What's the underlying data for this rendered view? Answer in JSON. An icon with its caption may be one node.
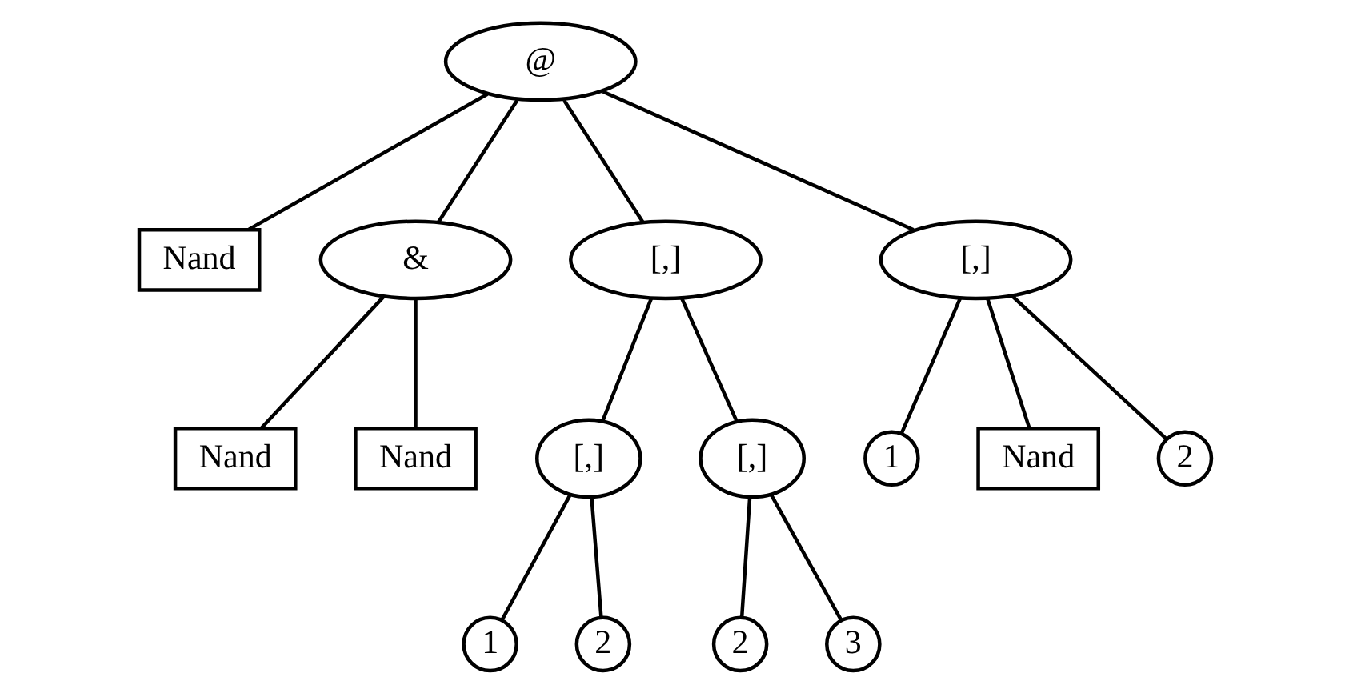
{
  "diagram": {
    "nodes": [
      {
        "text": [
          "@"
        ]
      },
      {
        "text": [
          "Nand"
        ]
      },
      {
        "text": [
          "&"
        ]
      },
      {
        "text": [
          "[,]"
        ]
      },
      {
        "text": [
          "[,]"
        ]
      },
      {
        "text": [
          "Nand"
        ]
      },
      {
        "text": [
          "Nand"
        ]
      },
      {
        "text": [
          "[,]"
        ]
      },
      {
        "text": [
          "[,]"
        ]
      },
      {
        "text": [
          "1"
        ]
      },
      {
        "text": [
          "Nand"
        ]
      },
      {
        "text": [
          "2"
        ]
      },
      {
        "text": [
          "1"
        ]
      },
      {
        "text": [
          "2"
        ]
      },
      {
        "text": [
          "2"
        ]
      },
      {
        "text": [
          "3"
        ]
      }
    ],
    "edges": [
      {
        "from": 0,
        "to": 1,
        "arrow": "none"
      },
      {
        "from": 0,
        "to": 2,
        "arrow": "none"
      },
      {
        "from": 0,
        "to": 3,
        "arrow": "none"
      },
      {
        "from": 0,
        "to": 4,
        "arrow": "none"
      },
      {
        "from": 2,
        "to": 5,
        "arrow": "none"
      },
      {
        "from": 2,
        "to": 6,
        "arrow": "none"
      },
      {
        "from": 3,
        "to": 7,
        "arrow": "none"
      },
      {
        "from": 3,
        "to": 8,
        "arrow": "none"
      },
      {
        "from": 4,
        "to": 9,
        "arrow": "none"
      },
      {
        "from": 4,
        "to": 10,
        "arrow": "none"
      },
      {
        "from": 4,
        "to": 11,
        "arrow": "none"
      },
      {
        "from": 7,
        "to": 12,
        "arrow": "none"
      },
      {
        "from": 7,
        "to": 13,
        "arrow": "none"
      },
      {
        "from": 8,
        "to": 14,
        "arrow": "none"
      },
      {
        "from": 8,
        "to": 15,
        "arrow": "none"
      }
    ]
  }
}
